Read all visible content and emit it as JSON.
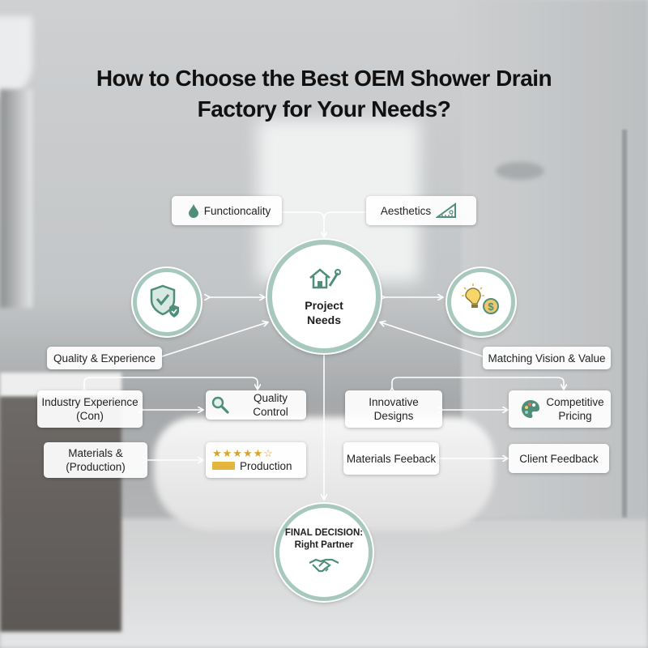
{
  "title": {
    "line1": "How to Choose the Best OEM Shower Drain",
    "line2": "Factory for Your Needs?"
  },
  "hub": {
    "label_line1": "Project",
    "label_line2": "Needs",
    "icon": "house-wrench-icon"
  },
  "final": {
    "label_line1": "FINAL DECISION:",
    "label_line2": "Right Partner",
    "icon": "handshake-icon"
  },
  "left_badge": {
    "icon": "shield-check-icon"
  },
  "right_badge": {
    "icon": "lightbulb-dollar-icon"
  },
  "top_boxes": {
    "functionality": {
      "label": "Functioncality",
      "icon": "water-drop-icon"
    },
    "aesthetics": {
      "label": "Aesthetics",
      "icon": "ruler-triangle-icon"
    }
  },
  "branches": {
    "quality": {
      "label": "Quality & Experience"
    },
    "vision": {
      "label": "Matching Vision & Value"
    }
  },
  "left_items": {
    "industry": {
      "line1": "Industry Experience",
      "line2": "(Con)"
    },
    "quality_control": {
      "label": "Quality Control",
      "icon": "magnifier-icon"
    },
    "materials": {
      "line1": "Materials &",
      "line2": "(Production)"
    },
    "production": {
      "label": "Production",
      "stars": "★★★★★☆",
      "icon": "stars-rating-icon"
    }
  },
  "right_items": {
    "innovative": {
      "line1": "Innovative",
      "line2": "Designs"
    },
    "pricing": {
      "line1": "Competitive",
      "line2": "Pricing",
      "icon": "palette-icon"
    },
    "materials_feedback": {
      "label": "Materials Feeback"
    },
    "client_feedback": {
      "label": "Client Feedback"
    }
  },
  "colors": {
    "accent": "#a7c9bd",
    "icon_green": "#4f8f7a",
    "connector": "#ffffff"
  }
}
